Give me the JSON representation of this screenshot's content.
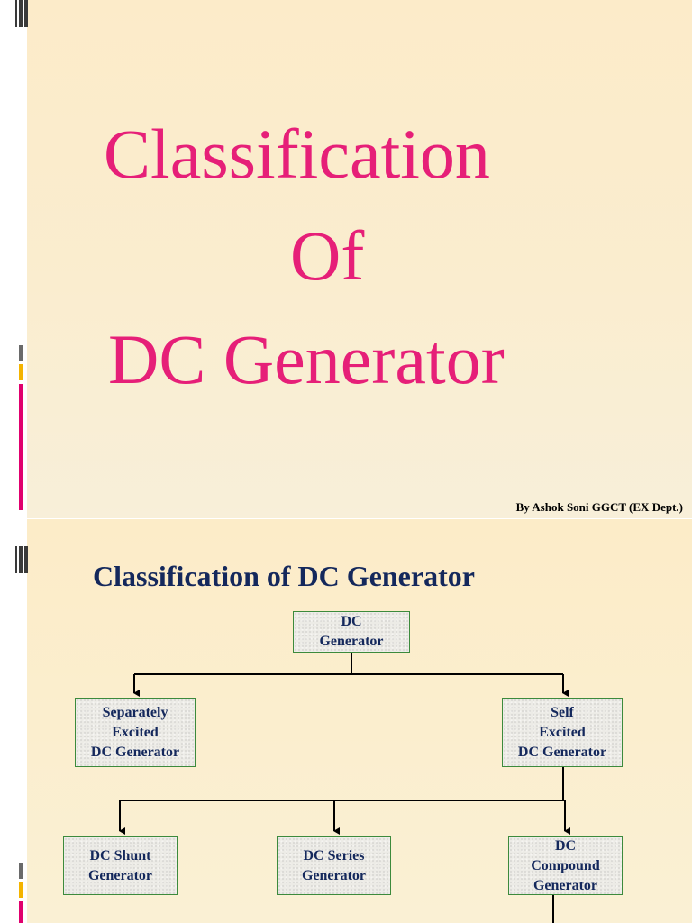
{
  "slide1": {
    "title_lines": [
      "Classification",
      "Of",
      "DC Generator"
    ],
    "byline": "By Ashok Soni GGCT (EX Dept.)"
  },
  "slide2": {
    "title": "Classification of DC Generator",
    "nodes": {
      "root": "DC\nGenerator",
      "separately_excited": "Separately\nExcited\nDC Generator",
      "self_excited": "Self\nExcited\nDC Generator",
      "shunt": "DC Shunt\nGenerator",
      "series": "DC Series\nGenerator",
      "compound": "DC\nCompound\nGenerator"
    }
  },
  "colors": {
    "title_pink": "#e61f78",
    "navy": "#14285c",
    "node_border": "#3c8a3c",
    "accent_gray": "#6a6a6a",
    "accent_yellow": "#f4b400",
    "accent_magenta": "#e0006e"
  }
}
